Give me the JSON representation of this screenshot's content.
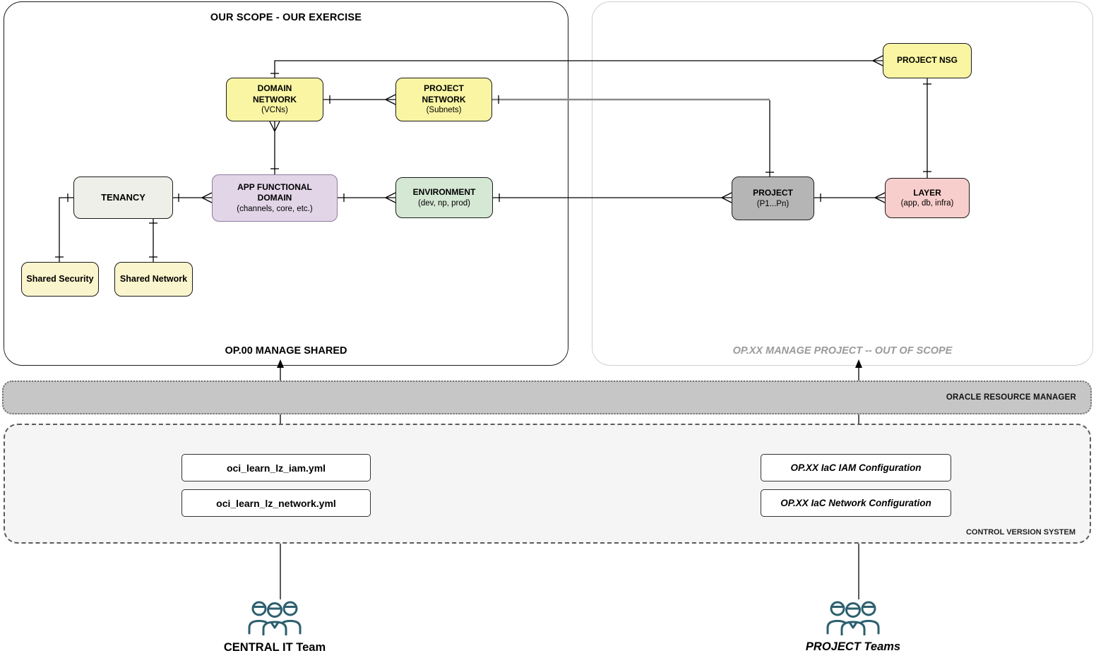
{
  "palette": {
    "yellow_node": "#F9F5A3",
    "pale_yellow_node": "#FBF5CD",
    "tenancy_gray": "#EFEFE9",
    "purple_node": "#E1D5E7",
    "purple_border": "#8E7CA0",
    "green_node": "#D5E8D4",
    "gray_node": "#B5B5B5",
    "pink_node": "#F8CECC",
    "node_border": "#1A1A1A",
    "band_gray": "#C6C6C6",
    "cvs_gray": "#F5F5F5",
    "connector_black": "#000000",
    "connector_thick_gray": "#8A8A8A",
    "team_icon_teal": "#2C5F6E",
    "out_of_scope_text": "#9A9A9A"
  },
  "scopes": {
    "in_scope": {
      "title": "OUR SCOPE - OUR EXERCISE",
      "footer": "OP.00 MANAGE SHARED"
    },
    "out_scope": {
      "footer": "OP.XX MANAGE PROJECT -- OUT OF SCOPE"
    }
  },
  "nodes": {
    "domain_network": {
      "title": "DOMAIN NETWORK",
      "subtitle": "(VCNs)"
    },
    "project_network": {
      "title": "PROJECT NETWORK",
      "subtitle": "(Subnets)"
    },
    "project_nsg": {
      "title": "PROJECT NSG"
    },
    "tenancy": {
      "title": "TENANCY"
    },
    "app_functional_domain": {
      "title": "APP FUNCTIONAL DOMAIN",
      "subtitle": "(channels, core, etc.)"
    },
    "environment": {
      "title": "ENVIRONMENT",
      "subtitle": "(dev, np, prod)"
    },
    "project": {
      "title": "PROJECT",
      "subtitle": "(P1...Pn)"
    },
    "layer": {
      "title": "LAYER",
      "subtitle": "(app, db, infra)"
    },
    "shared_security": {
      "title": "Shared Security"
    },
    "shared_network": {
      "title": "Shared Network"
    }
  },
  "bands": {
    "orm": {
      "label": "ORACLE RESOURCE MANAGER"
    },
    "cvs": {
      "label": "CONTROL VERSION SYSTEM"
    }
  },
  "files": {
    "left": [
      {
        "name": "oci_learn_lz_iam.yml"
      },
      {
        "name": "oci_learn_lz_network.yml"
      }
    ],
    "right": [
      {
        "name": "OP.XX IaC IAM Configuration"
      },
      {
        "name": "OP.XX IaC Network Configuration"
      }
    ]
  },
  "teams": {
    "central": {
      "label": "CENTRAL IT Team"
    },
    "project": {
      "label": "PROJECT Teams"
    }
  }
}
